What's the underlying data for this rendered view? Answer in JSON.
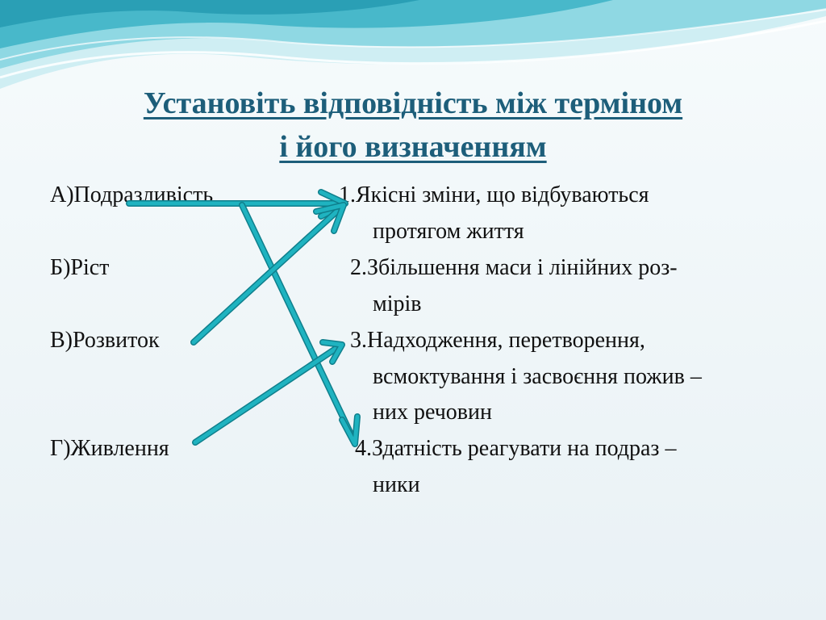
{
  "slide": {
    "title_line1": "Установіть відповідність між терміном",
    "title_line2": " і його визначенням",
    "terms": [
      "А)Подразливість",
      "Б)Ріст",
      "В)Розвиток",
      "Г)Живлення"
    ],
    "definitions": [
      {
        "line1": "1.Якісні зміни, що відбуваються",
        "line2": "протягом життя"
      },
      {
        "line1": "2.Збільшення маси і лінійних роз-",
        "line2": "мірів"
      },
      {
        "line1": "3.Надходження, перетворення,",
        "line2": "всмоктування і засвоєння пожив –",
        "line3": "них речовин"
      },
      {
        "line1": "4.Здатність реагувати на подраз –",
        "line2": "ники"
      }
    ]
  },
  "colors": {
    "title": "#1d5e7a",
    "arrow": "#1fb3c0",
    "arrow_edge": "#0f7f8c",
    "wave_light": "#bfe9ef",
    "wave_mid": "#7fd2de",
    "wave_dark": "#3fb4c6"
  }
}
